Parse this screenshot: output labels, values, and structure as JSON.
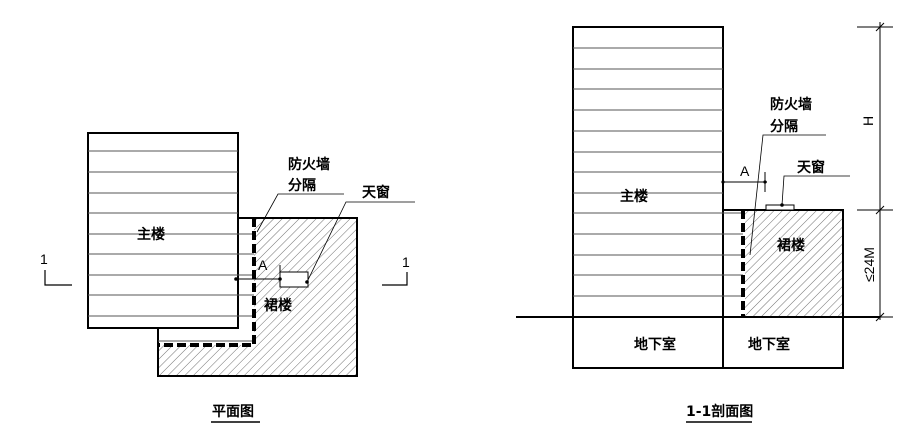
{
  "plan": {
    "title": "平面图",
    "main_building": "主楼",
    "podium": "裙楼",
    "firewall_line1": "防火墙",
    "firewall_line2": "分隔",
    "skylight": "天窗",
    "distance": "A",
    "section_mark_left": "1",
    "section_mark_right": "1"
  },
  "section": {
    "title": "1-1剖面图",
    "main_building": "主楼",
    "podium": "裙楼",
    "firewall_line1": "防火墙",
    "firewall_line2": "分隔",
    "skylight": "天窗",
    "distance": "A",
    "basement_left": "地下室",
    "basement_right": "地下室",
    "height_main": "H",
    "height_podium": "≤24M"
  }
}
